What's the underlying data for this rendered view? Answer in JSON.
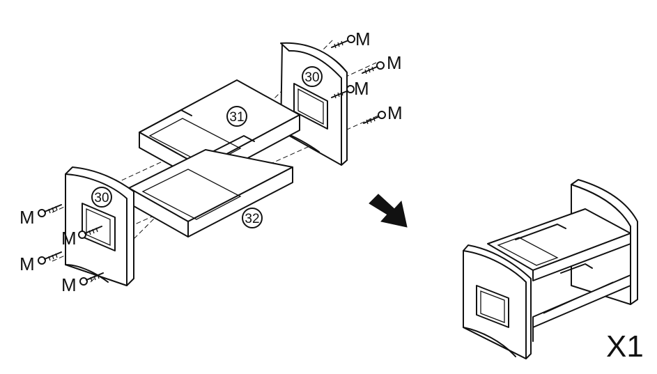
{
  "parts": {
    "side_panel_number": "30",
    "upper_shelf_number": "31",
    "lower_shelf_number": "32"
  },
  "screw_label": "M",
  "quantity_label": "X1"
}
